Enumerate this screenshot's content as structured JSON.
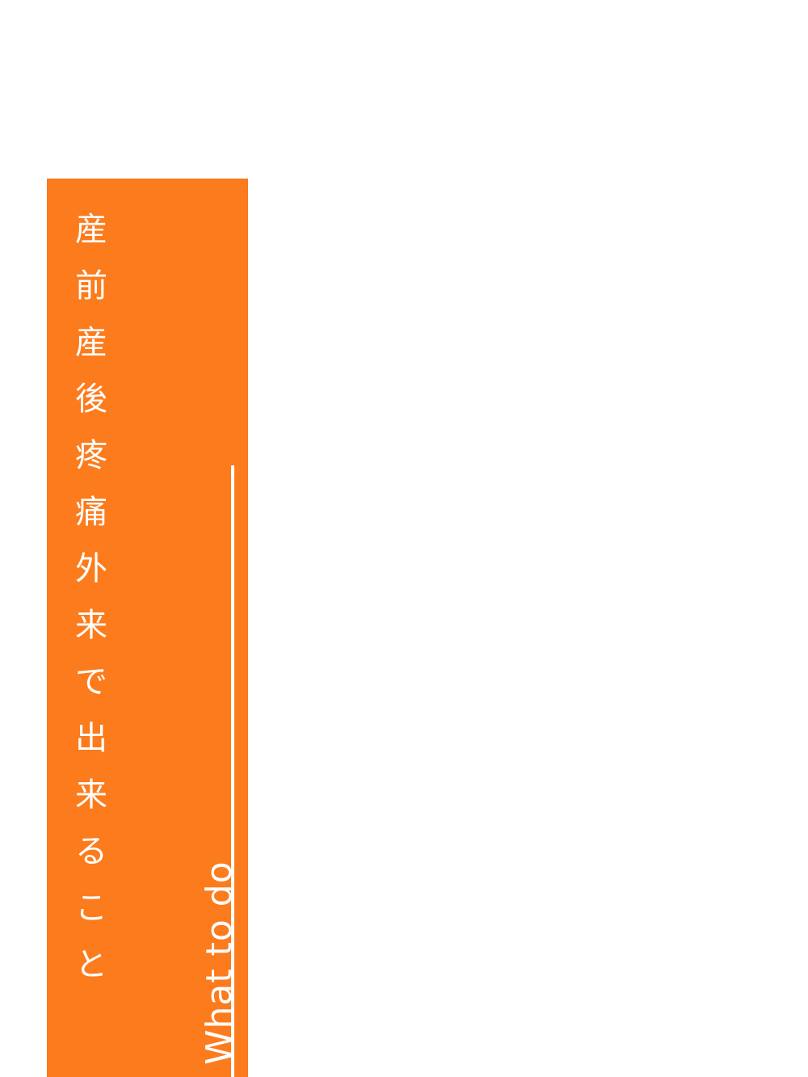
{
  "section": {
    "title_chars": [
      "産",
      "前",
      "産",
      "後",
      "疼",
      "痛",
      "外",
      "来",
      "で",
      "出",
      "来",
      "る",
      "こ",
      "と"
    ],
    "title_full": "産前産後疼痛外来で出来ること",
    "subtitle": "What to do",
    "colors": {
      "panel_bg": "#FC7B1C",
      "text": "#FFFFFF",
      "rule": "#FFFFFF",
      "page_bg": "#FFFFFF"
    }
  }
}
